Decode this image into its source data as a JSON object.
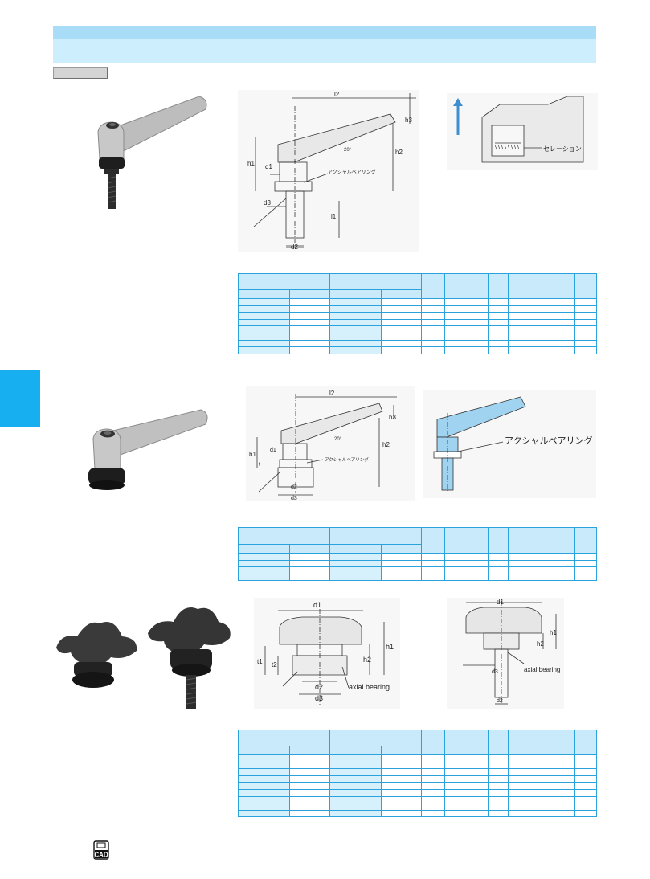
{
  "section1": {
    "dim_labels": {
      "l2": "l2",
      "h3": "h3",
      "h2": "h2",
      "h1": "h1",
      "d1": "d1",
      "d3": "d3",
      "d2": "d2",
      "l1": "l1",
      "angle": "20°",
      "bearing": "アクシャルベアリング"
    },
    "detail_label": "セレーション"
  },
  "section2": {
    "dim_labels": {
      "l2": "l2",
      "h3": "h3",
      "h2": "h2",
      "h1": "h1",
      "d1": "d1",
      "d2": "d2",
      "d3": "d3",
      "t": "t",
      "angle": "20°",
      "bearing": "アクシャルベアリング"
    },
    "side_label": "アクシャルベアリング"
  },
  "section3": {
    "dim_labels": {
      "d1": "d1",
      "h1": "h1",
      "h2": "h2",
      "t1": "t1",
      "t2": "t2",
      "d2": "d2",
      "d3": "d3",
      "bearing": "axial bearing"
    },
    "side_labels": {
      "d1": "d1",
      "h1": "h1",
      "h2": "h2",
      "d3": "d3",
      "d2": "d2",
      "bearing": "axial bearing"
    }
  },
  "cad_icon": {
    "label": "CAD"
  },
  "colors": {
    "header_top": "#a9dcf6",
    "header_main": "#cdeefc",
    "accent": "#17aff0",
    "table_border": "#2aa3dc"
  }
}
